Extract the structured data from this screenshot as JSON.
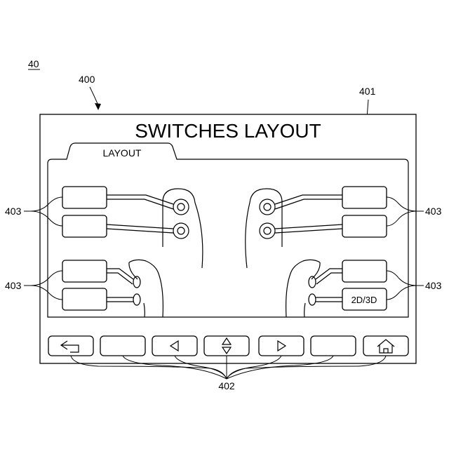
{
  "figure": {
    "number": "40",
    "screen_ref": "400",
    "panel_ref": "401",
    "buttons_ref": "402",
    "switch_ref": "403"
  },
  "screen": {
    "title": "SWITCHES LAYOUT",
    "tab_label": "LAYOUT",
    "mode_button_label": "2D/3D"
  },
  "icons": [
    "back-arrow-icon",
    "left-triangle-icon",
    "up-down-triangle-icon",
    "right-triangle-icon",
    "home-icon"
  ]
}
